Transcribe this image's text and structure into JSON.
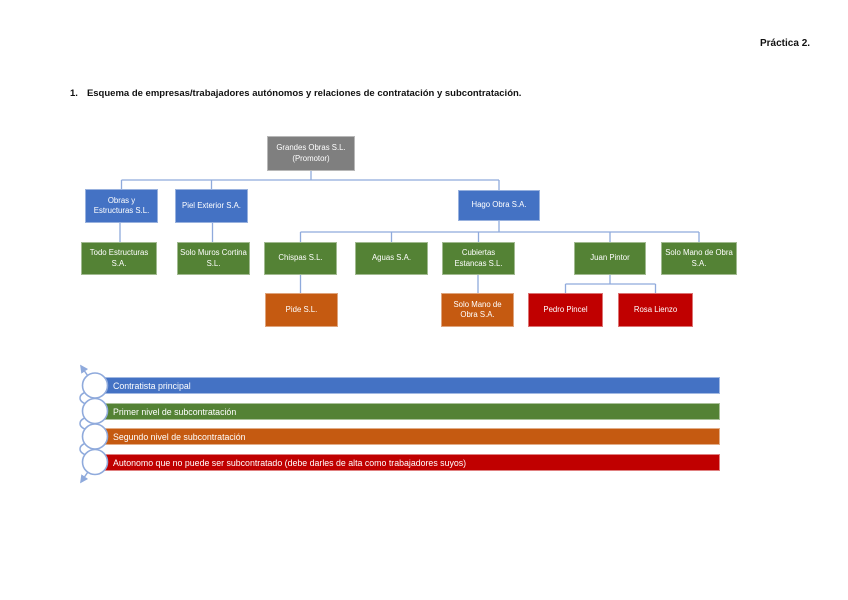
{
  "page": {
    "header_label": "Práctica 2."
  },
  "heading": {
    "number": "1.",
    "text": "Esquema de empresas/trabajadores autónomos y relaciones de contratación y subcontratación."
  },
  "org": {
    "nodes": [
      {
        "label": "Grandes Obras S.L. (Promotor)",
        "level": "promotor",
        "parent": null
      },
      {
        "label": "Obras y Estructuras S.L.",
        "level": "contratista-principal",
        "parent": "Grandes Obras S.L. (Promotor)"
      },
      {
        "label": "Piel Exterior S.A.",
        "level": "contratista-principal",
        "parent": "Grandes Obras S.L. (Promotor)"
      },
      {
        "label": "Hago Obra S.A.",
        "level": "contratista-principal",
        "parent": "Grandes Obras S.L. (Promotor)"
      },
      {
        "label": "Todo Estructuras S.A.",
        "level": "primer-nivel-subcontratacion",
        "parent": "Obras y Estructuras S.L."
      },
      {
        "label": "Solo Muros Cortina S.L.",
        "level": "primer-nivel-subcontratacion",
        "parent": "Piel Exterior S.A."
      },
      {
        "label": "Chispas S.L.",
        "level": "primer-nivel-subcontratacion",
        "parent": "Hago Obra S.A."
      },
      {
        "label": "Aguas S.A.",
        "level": "primer-nivel-subcontratacion",
        "parent": "Hago Obra S.A."
      },
      {
        "label": "Cubiertas Estancas S.L.",
        "level": "primer-nivel-subcontratacion",
        "parent": "Hago Obra S.A."
      },
      {
        "label": "Juan Pintor",
        "level": "primer-nivel-subcontratacion",
        "parent": "Hago Obra S.A."
      },
      {
        "label": "Solo Mano de Obra S.A.",
        "level": "primer-nivel-subcontratacion",
        "parent": "Hago Obra S.A."
      },
      {
        "label": "Pide S.L.",
        "level": "segundo-nivel-subcontratacion",
        "parent": "Chispas S.L."
      },
      {
        "label": "Solo Mano de Obra S.A.",
        "level": "segundo-nivel-subcontratacion",
        "parent": "Cubiertas Estancas S.L."
      },
      {
        "label": "Pedro Pincel",
        "level": "autonomo-no-subcontratable",
        "parent": "Juan Pintor"
      },
      {
        "label": "Rosa Lienzo",
        "level": "autonomo-no-subcontratable",
        "parent": "Juan Pintor"
      }
    ]
  },
  "legend": {
    "items": [
      {
        "label": "Contratista principal",
        "color": "#4472c4"
      },
      {
        "label": "Primer nivel de subcontratación",
        "color": "#548235"
      },
      {
        "label": "Segundo nivel de subcontratación",
        "color": "#c55a11"
      },
      {
        "label": "Autonomo que no puede ser subcontratado (debe darles de alta como trabajadores suyos)",
        "color": "#c00000"
      }
    ]
  },
  "colors": {
    "promotor_gray": "#7f7f7f",
    "contratista_blue": "#4472c4",
    "nivel1_green": "#548235",
    "nivel2_orange": "#c55a11",
    "autonomo_red": "#c00000",
    "connector_blue": "#8faadc"
  }
}
